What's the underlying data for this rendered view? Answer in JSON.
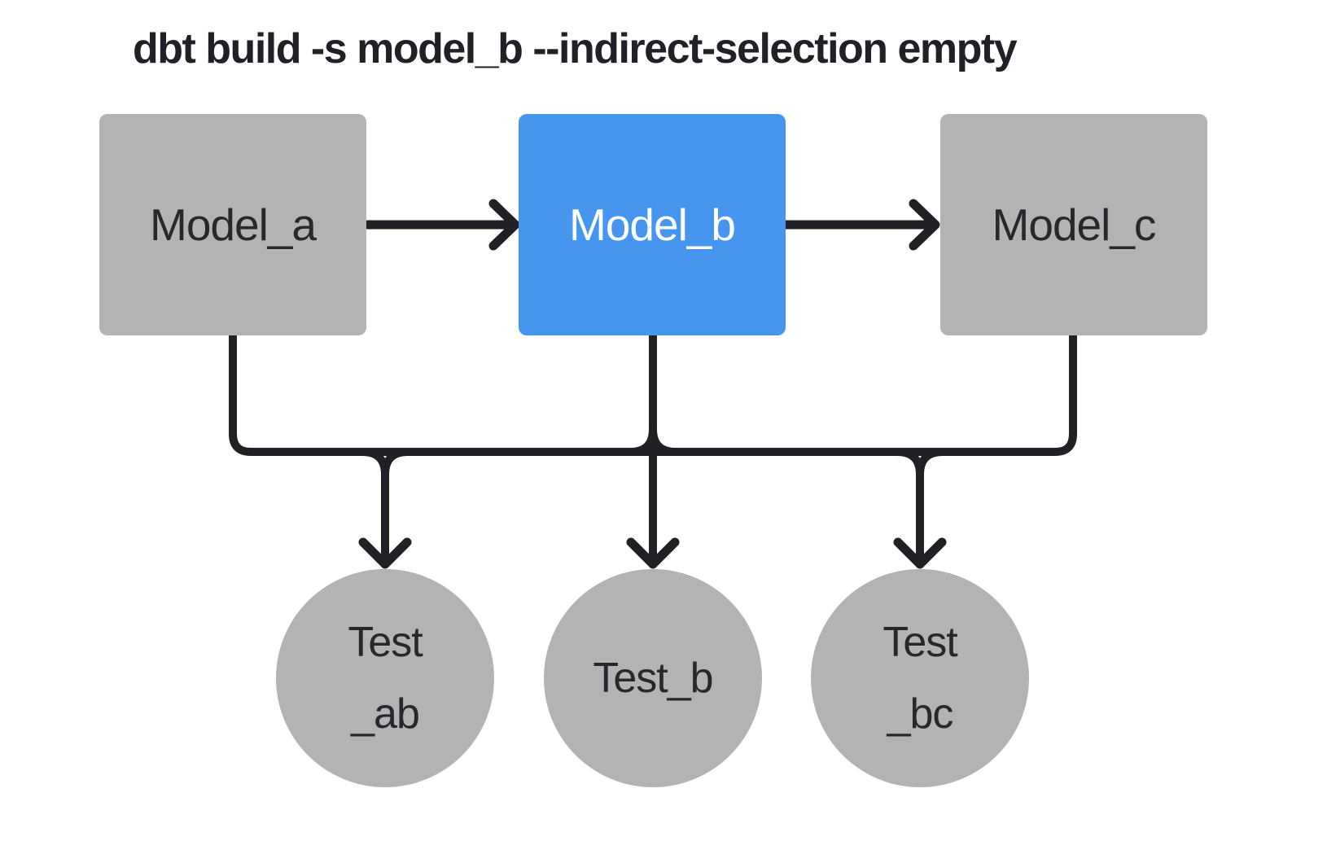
{
  "title": "dbt build -s model_b --indirect-selection empty",
  "colors": {
    "background": "#ffffff",
    "selected-fill": "#4696f0",
    "node-fill": "#b3b3b3",
    "line": "#202124",
    "title-color": "#1e2126",
    "label-dark": "#26282b",
    "label-light": "#ffffff"
  },
  "models": [
    {
      "label": "Model_a",
      "state": "unselected"
    },
    {
      "label": "Model_b",
      "state": "selected"
    },
    {
      "label": "Model_c",
      "state": "unselected"
    }
  ],
  "tests": [
    {
      "label_lines": [
        "Test",
        "_ab"
      ]
    },
    {
      "label_lines": [
        "Test_b"
      ]
    },
    {
      "label_lines": [
        "Test",
        "_bc"
      ]
    }
  ]
}
